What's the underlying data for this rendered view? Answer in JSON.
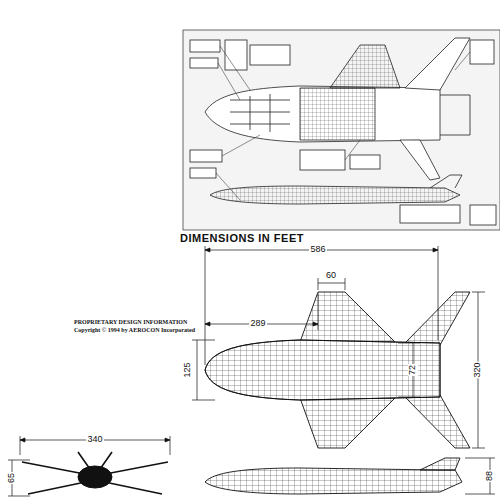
{
  "diagram": {
    "title": "DIMENSIONS IN FEET",
    "labels": [
      "586",
      "60",
      "289",
      "PROPRIETARY DESIGN INFORMATION",
      "Copyright © 1994 by AEROCON Incorporated",
      "125",
      "72",
      "320",
      "340",
      "65",
      "88"
    ]
  }
}
